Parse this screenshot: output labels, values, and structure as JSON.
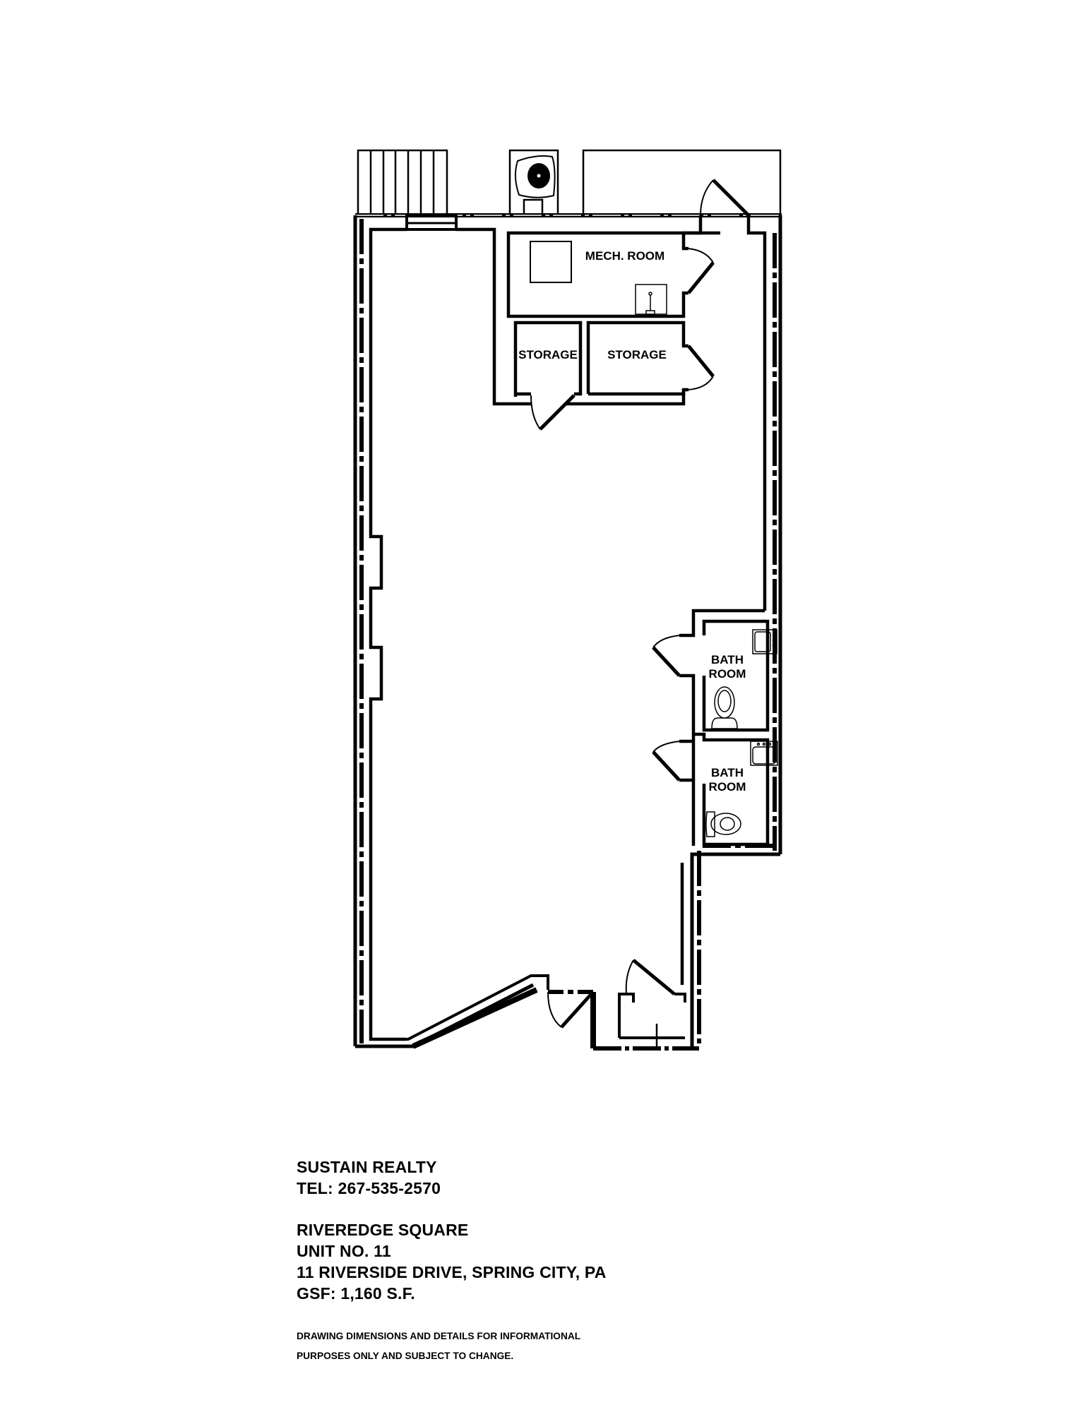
{
  "floor_plan": {
    "rooms": [
      {
        "id": "mech",
        "label": "MECH. ROOM"
      },
      {
        "id": "storage-1",
        "label": "STORAGE"
      },
      {
        "id": "storage-2",
        "label": "STORAGE"
      },
      {
        "id": "bath-1",
        "label_line1": "BATH",
        "label_line2": "ROOM"
      },
      {
        "id": "bath-2",
        "label_line1": "BATH",
        "label_line2": "ROOM"
      }
    ],
    "exterior_features": [
      "deck-stairs",
      "hvac-condenser",
      "rear-patio"
    ],
    "colors": {
      "line": "#000000",
      "background": "#ffffff"
    }
  },
  "title_block": {
    "company": "SUSTAIN REALTY",
    "phone": "TEL: 267-535-2570",
    "property_name": "RIVEREDGE SQUARE",
    "unit": "UNIT NO. 11",
    "address": "11 RIVERSIDE DRIVE, SPRING CITY, PA",
    "gsf": "GSF: 1,160 S.F."
  },
  "disclaimer": {
    "line1": "DRAWING DIMENSIONS AND DETAILS FOR INFORMATIONAL",
    "line2": "PURPOSES ONLY AND SUBJECT TO CHANGE."
  }
}
